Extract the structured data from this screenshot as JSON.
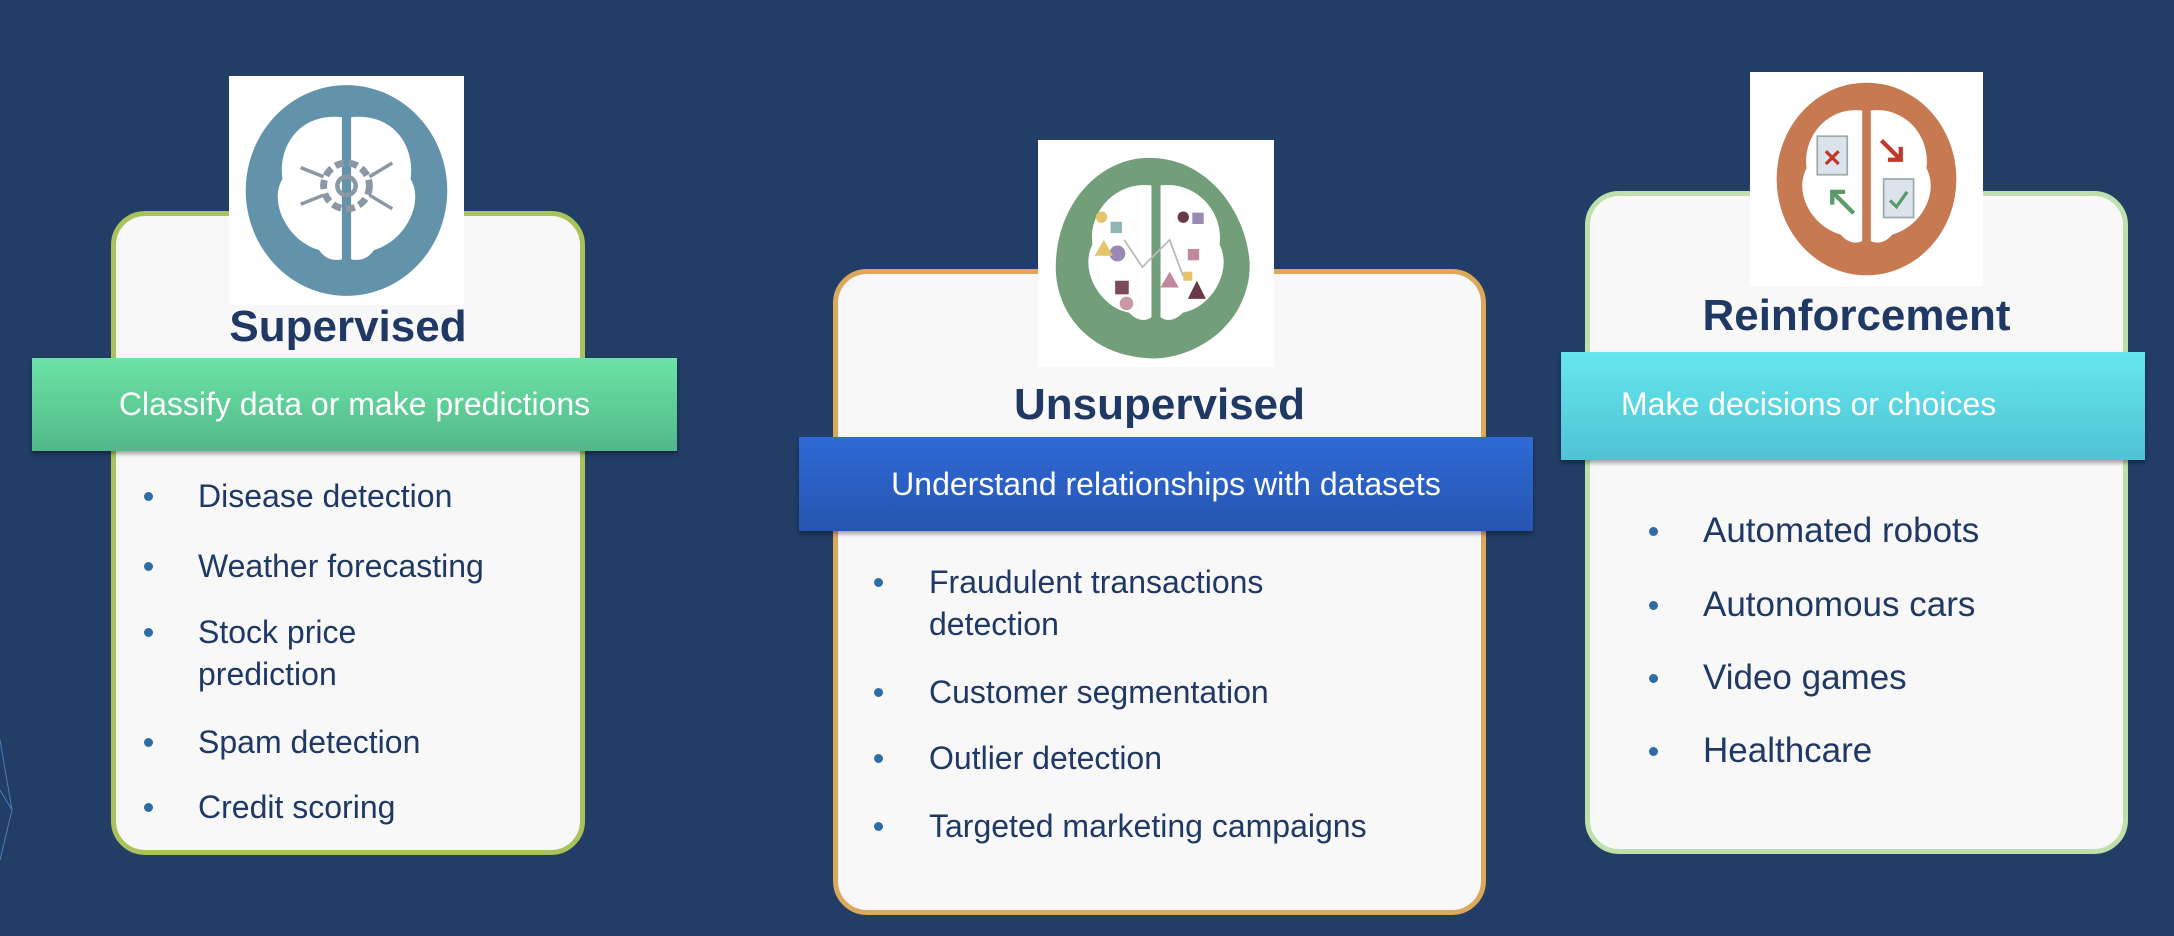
{
  "colors": {
    "background": "#223d66",
    "supervised": "#6ce3a6",
    "unsupervised": "#2e62c9",
    "reinforcement": "#62e3ee"
  },
  "cards": [
    {
      "title": "Supervised",
      "subtitle": "Classify data or make predictions",
      "icon": "brain-gear-icon",
      "items": [
        "Disease detection",
        "Weather forecasting",
        "Stock price prediction",
        "Spam detection",
        "Credit scoring"
      ]
    },
    {
      "title": "Unsupervised",
      "subtitle": "Understand relationships with datasets",
      "icon": "brain-network-icon",
      "items": [
        "Fraudulent transactions detection",
        "Customer segmentation",
        "Outlier detection",
        "Targeted marketing campaigns"
      ]
    },
    {
      "title": "Reinforcement",
      "subtitle": "Make decisions or choices",
      "icon": "brain-feedback-icon",
      "items": [
        "Automated robots",
        "Autonomous cars",
        "Video games",
        "Healthcare"
      ]
    }
  ]
}
